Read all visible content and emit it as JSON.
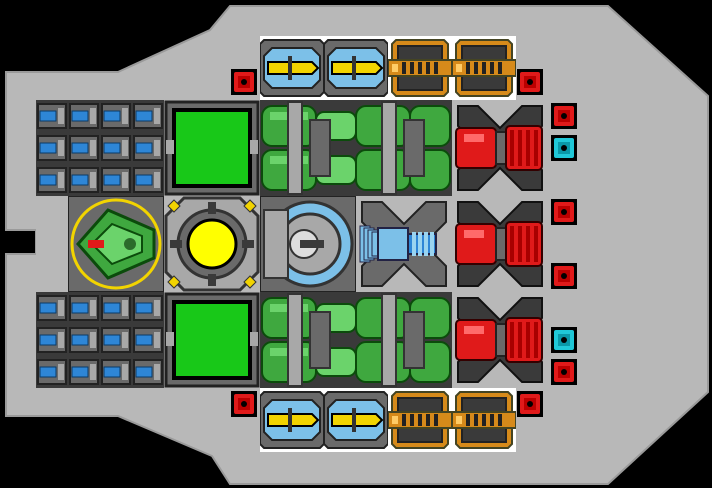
{
  "scene": {
    "colors": {
      "background": "#000000",
      "hull": "#b8b8b8",
      "hull_edge": "#9a9a9a",
      "deck": "#ffffff",
      "dark_metal": "#3a3a3a",
      "mid_metal": "#6a6a6a",
      "light_metal": "#a8a8a8",
      "green_tank": "#3fa83f",
      "green_tank_light": "#6bd36b",
      "green_screen": "#18c818",
      "yellow_core": "#ffff00",
      "blue_cell": "#2e86d6",
      "red_part": "#e01a1a",
      "cyan_part": "#20c8d8",
      "orange_part": "#d68a1a",
      "yellow_part": "#f2d400",
      "pale_blue": "#7cc0e8"
    },
    "pieces": [
      {
        "name": "thruster-top-left-1",
        "icon": "yellow-thruster-icon"
      },
      {
        "name": "thruster-top-left-2",
        "icon": "yellow-thruster-icon"
      },
      {
        "name": "gun-top-right-1",
        "icon": "orange-gun-icon"
      },
      {
        "name": "gun-top-right-2",
        "icon": "orange-gun-icon"
      },
      {
        "name": "thruster-bottom-left-1",
        "icon": "yellow-thruster-icon"
      },
      {
        "name": "thruster-bottom-left-2",
        "icon": "yellow-thruster-icon"
      },
      {
        "name": "gun-bottom-right-1",
        "icon": "orange-gun-icon"
      },
      {
        "name": "gun-bottom-right-2",
        "icon": "orange-gun-icon"
      },
      {
        "name": "cockpit",
        "icon": "green-cockpit-icon"
      },
      {
        "name": "reactor-core",
        "icon": "yellow-core-icon"
      },
      {
        "name": "shield-generator",
        "icon": "shield-dome-icon"
      },
      {
        "name": "laser-cannon",
        "icon": "blue-laser-icon"
      },
      {
        "name": "computer-screen-top",
        "icon": "green-screen-icon"
      },
      {
        "name": "computer-screen-bottom",
        "icon": "green-screen-icon"
      },
      {
        "name": "red-turret-1",
        "icon": "red-turret-icon"
      },
      {
        "name": "red-turret-2",
        "icon": "red-turret-icon"
      },
      {
        "name": "red-turret-3",
        "icon": "red-turret-icon"
      },
      {
        "name": "fuel-tank-top",
        "icon": "green-tank-icon"
      },
      {
        "name": "fuel-tank-bottom",
        "icon": "green-tank-icon"
      },
      {
        "name": "battery-bank-top",
        "icon": "blue-battery-icon"
      },
      {
        "name": "battery-bank-bottom",
        "icon": "blue-battery-icon"
      },
      {
        "name": "armor-nodes",
        "icon": "red-armor-node-icon"
      },
      {
        "name": "sensor-nodes",
        "icon": "cyan-armor-node-icon"
      }
    ]
  }
}
